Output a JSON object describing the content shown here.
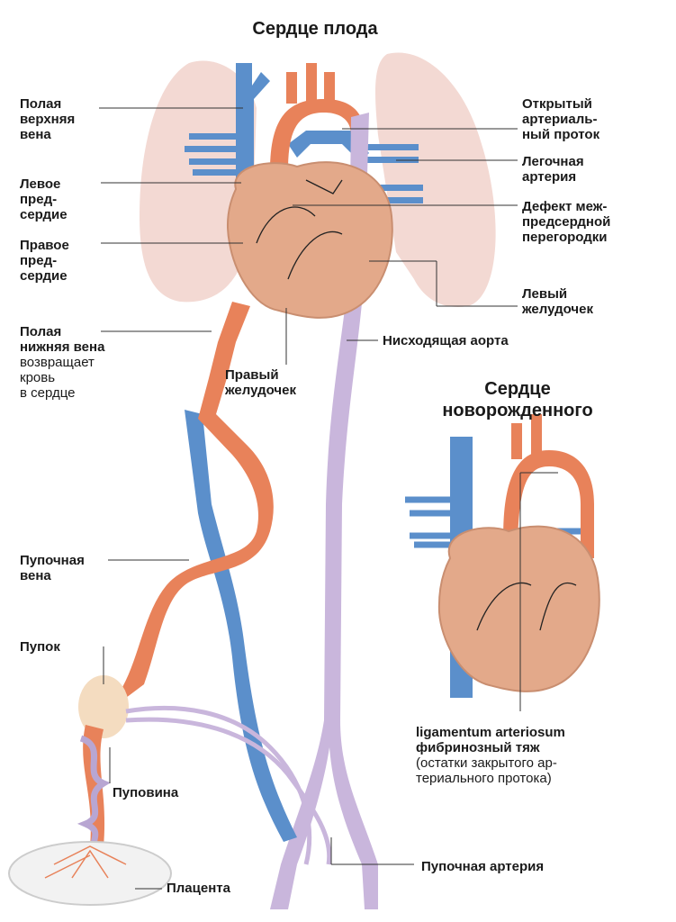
{
  "titles": {
    "fetal": "Сердце плода",
    "newborn_1": "Сердце",
    "newborn_2": "новорожденного"
  },
  "labels": {
    "svc": [
      "Полая",
      "верхняя",
      "вена"
    ],
    "left_atrium": [
      "Левое",
      "пред-",
      "сердие"
    ],
    "right_atrium": [
      "Правое",
      "пред-",
      "сердие"
    ],
    "ivc_bold": [
      "Полая",
      "нижняя вена"
    ],
    "ivc_note": [
      "возвращает",
      "кровь",
      "в сердце"
    ],
    "right_ventricle": [
      "Правый",
      "желудочек"
    ],
    "umbilical_vein": [
      "Пупочная",
      "вена"
    ],
    "navel": "Пупок",
    "cord": "Пуповина",
    "placenta": "Плацента",
    "ductus": [
      "Открытый",
      "артериаль-",
      "ный проток"
    ],
    "pulm_artery": [
      "Легочная",
      "артерия"
    ],
    "septal_defect": [
      "Дефект меж-",
      "предсердной",
      "перегородки"
    ],
    "left_ventricle": [
      "Левый",
      "желудочек"
    ],
    "desc_aorta": "Нисходящая аорта",
    "ligament": [
      "ligamentum arteriosum",
      "фибринозный тяж"
    ],
    "ligament_note": [
      "(остатки закрытого ар-",
      "териального протока)"
    ],
    "umbilical_artery": "Пупочная артерия"
  },
  "colors": {
    "vein_blue": "#5b8fcb",
    "artery_orange": "#e8825a",
    "aorta_lilac": "#c9b6dc",
    "heart": "#e3a98a",
    "lung": "#f3d9d3",
    "leader": "#333333"
  }
}
